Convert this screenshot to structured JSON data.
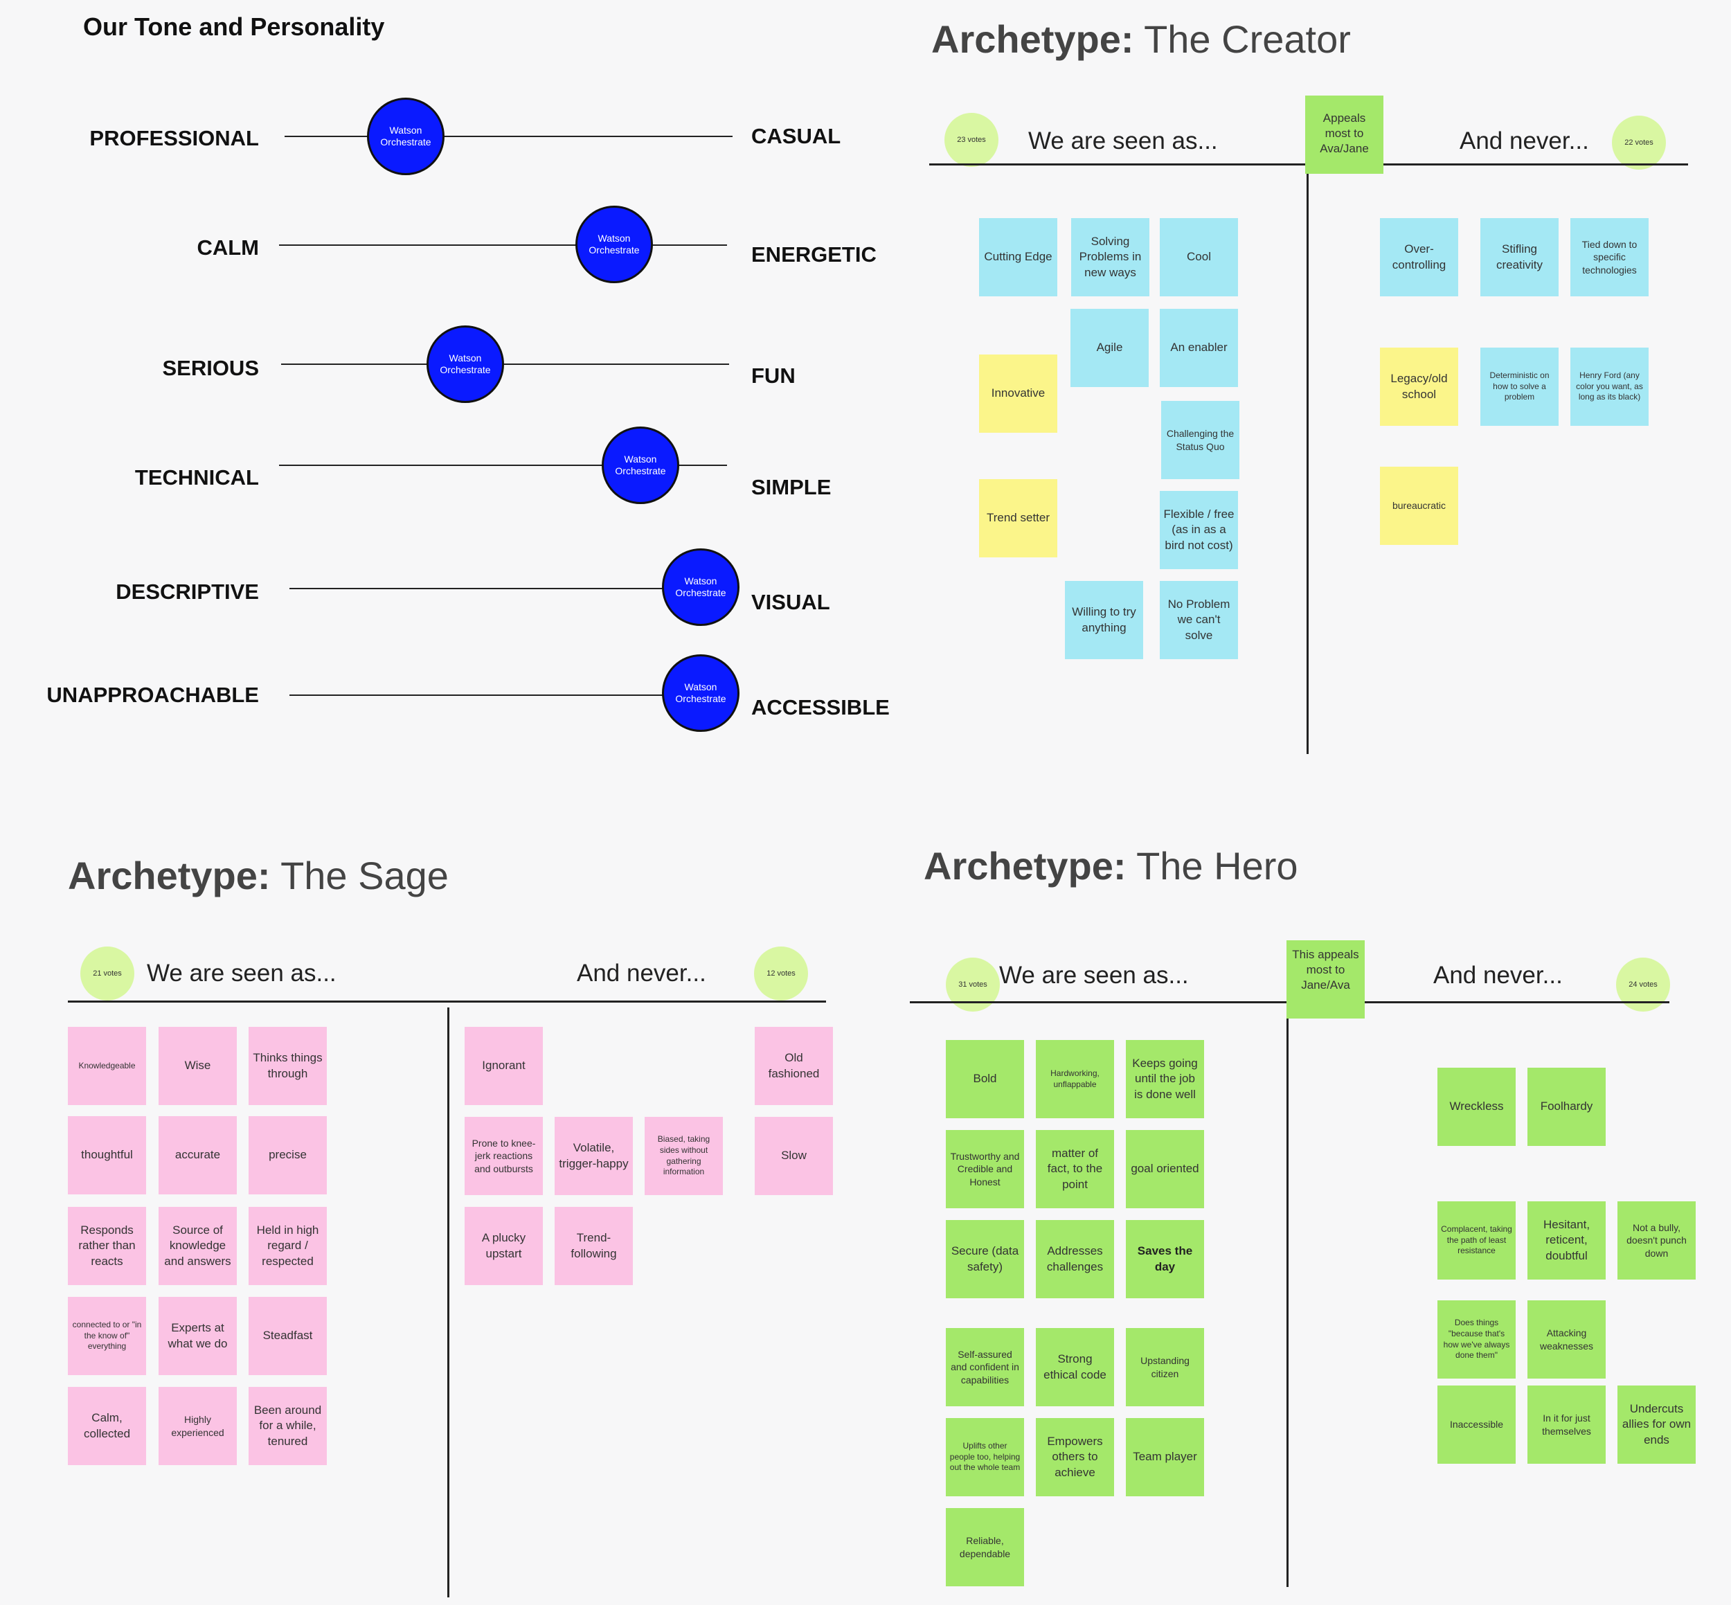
{
  "tone": {
    "heading": "Our Tone and Personality",
    "knob_label": "Watson Orchestrate",
    "sliders": [
      {
        "left": "PROFESSIONAL",
        "right": "CASUAL",
        "position": 0.27
      },
      {
        "left": "CALM",
        "right": "ENERGETIC",
        "position": 0.74
      },
      {
        "left": "SERIOUS",
        "right": "FUN",
        "position": 0.41
      },
      {
        "left": "TECHNICAL",
        "right": "SIMPLE",
        "position": 0.81
      },
      {
        "left": "DESCRIPTIVE",
        "right": "VISUAL",
        "position": 1.0
      },
      {
        "left": "UNAPPROACHABLE",
        "right": "ACCESSIBLE",
        "position": 1.0
      }
    ]
  },
  "creator": {
    "title_bold": "Archetype:",
    "title_rest": " The Creator",
    "seen_label": "We are seen as...",
    "never_label": "And never...",
    "seen_votes": "23 votes",
    "never_votes": "22 votes",
    "callout": "Appeals most to Ava/Jane",
    "seen_notes": [
      {
        "text": "Cutting Edge",
        "color": "blue"
      },
      {
        "text": "Solving Problems in new ways",
        "color": "blue"
      },
      {
        "text": "Cool",
        "color": "blue"
      },
      {
        "text": "Agile",
        "color": "blue"
      },
      {
        "text": "An enabler",
        "color": "blue"
      },
      {
        "text": "Innovative",
        "color": "yellow"
      },
      {
        "text": "Challenging the Status Quo",
        "color": "blue"
      },
      {
        "text": "Trend setter",
        "color": "yellow"
      },
      {
        "text": "Flexible / free (as in as a bird not cost)",
        "color": "blue"
      },
      {
        "text": "Willing to try anything",
        "color": "blue"
      },
      {
        "text": "No Problem we can't solve",
        "color": "blue"
      }
    ],
    "never_notes": [
      {
        "text": "Over-controlling",
        "color": "blue"
      },
      {
        "text": "Stifling creativity",
        "color": "blue"
      },
      {
        "text": "Tied down to specific technologies",
        "color": "blue"
      },
      {
        "text": "Legacy/old school",
        "color": "yellow"
      },
      {
        "text": "Deterministic on how to solve a problem",
        "color": "blue"
      },
      {
        "text": "Henry Ford (any color you want, as long as its black)",
        "color": "blue"
      },
      {
        "text": "bureaucratic",
        "color": "yellow"
      }
    ]
  },
  "sage": {
    "title_bold": "Archetype:",
    "title_rest": " The Sage",
    "seen_label": "We are seen as...",
    "never_label": "And never...",
    "seen_votes": "21 votes",
    "never_votes": "12 votes",
    "seen_notes": [
      {
        "text": "Knowledgeable",
        "color": "pink"
      },
      {
        "text": "Wise",
        "color": "pink"
      },
      {
        "text": "Thinks things through",
        "color": "pink"
      },
      {
        "text": "thoughtful",
        "color": "pink"
      },
      {
        "text": "accurate",
        "color": "pink"
      },
      {
        "text": "precise",
        "color": "pink"
      },
      {
        "text": "Responds rather than reacts",
        "color": "pink"
      },
      {
        "text": "Source of knowledge and answers",
        "color": "pink"
      },
      {
        "text": "Held in high regard / respected",
        "color": "pink"
      },
      {
        "text": "connected to or \"in the know of\" everything",
        "color": "pink"
      },
      {
        "text": "Experts at what we do",
        "color": "pink"
      },
      {
        "text": "Steadfast",
        "color": "pink"
      },
      {
        "text": "Calm, collected",
        "color": "pink"
      },
      {
        "text": "Highly experienced",
        "color": "pink"
      },
      {
        "text": "Been around for a while, tenured",
        "color": "pink"
      }
    ],
    "never_notes": [
      {
        "text": "Ignorant",
        "color": "pink"
      },
      {
        "text": "Old fashioned",
        "color": "pink"
      },
      {
        "text": "Prone to knee-jerk reactions and outbursts",
        "color": "pink"
      },
      {
        "text": "Volatile, trigger-happy",
        "color": "pink"
      },
      {
        "text": "Biased, taking sides without gathering information",
        "color": "pink"
      },
      {
        "text": "Slow",
        "color": "pink"
      },
      {
        "text": "A plucky upstart",
        "color": "pink"
      },
      {
        "text": "Trend-following",
        "color": "pink"
      }
    ]
  },
  "hero": {
    "title_bold": "Archetype:",
    "title_rest": " The Hero",
    "seen_label": "We are seen as...",
    "never_label": "And never...",
    "seen_votes": "31 votes",
    "never_votes": "24 votes",
    "callout": "This appeals most to Jane/Ava",
    "seen_notes": [
      {
        "text": "Bold",
        "color": "green"
      },
      {
        "text": "Hardworking, unflappable",
        "color": "green"
      },
      {
        "text": "Keeps going until the job is done well",
        "color": "green"
      },
      {
        "text": "Trustworthy and Credible and Honest",
        "color": "green"
      },
      {
        "text": "matter of fact, to the point",
        "color": "green"
      },
      {
        "text": "goal oriented",
        "color": "green"
      },
      {
        "text": "Secure (data safety)",
        "color": "green"
      },
      {
        "text": "Addresses challenges",
        "color": "green"
      },
      {
        "text": "Saves the day",
        "color": "green"
      },
      {
        "text": "Self-assured and confident in capabilities",
        "color": "green"
      },
      {
        "text": "Strong ethical code",
        "color": "green"
      },
      {
        "text": "Upstanding citizen",
        "color": "green"
      },
      {
        "text": "Uplifts other people too, helping out the whole team",
        "color": "green"
      },
      {
        "text": "Empowers others to achieve",
        "color": "green"
      },
      {
        "text": "Team player",
        "color": "green"
      },
      {
        "text": "Reliable, dependable",
        "color": "green"
      }
    ],
    "never_notes": [
      {
        "text": "Wreckless",
        "color": "green"
      },
      {
        "text": "Foolhardy",
        "color": "green"
      },
      {
        "text": "Complacent, taking the path of least resistance",
        "color": "green"
      },
      {
        "text": "Hesitant, reticent, doubtful",
        "color": "green"
      },
      {
        "text": "Not a bully, doesn't punch down",
        "color": "green"
      },
      {
        "text": "Does things \"because that's how we've always done them\"",
        "color": "green"
      },
      {
        "text": "Attacking weaknesses",
        "color": "green"
      },
      {
        "text": "Inaccessible",
        "color": "green"
      },
      {
        "text": "In it for just themselves",
        "color": "green"
      },
      {
        "text": "Undercuts allies for own ends",
        "color": "green"
      }
    ]
  }
}
